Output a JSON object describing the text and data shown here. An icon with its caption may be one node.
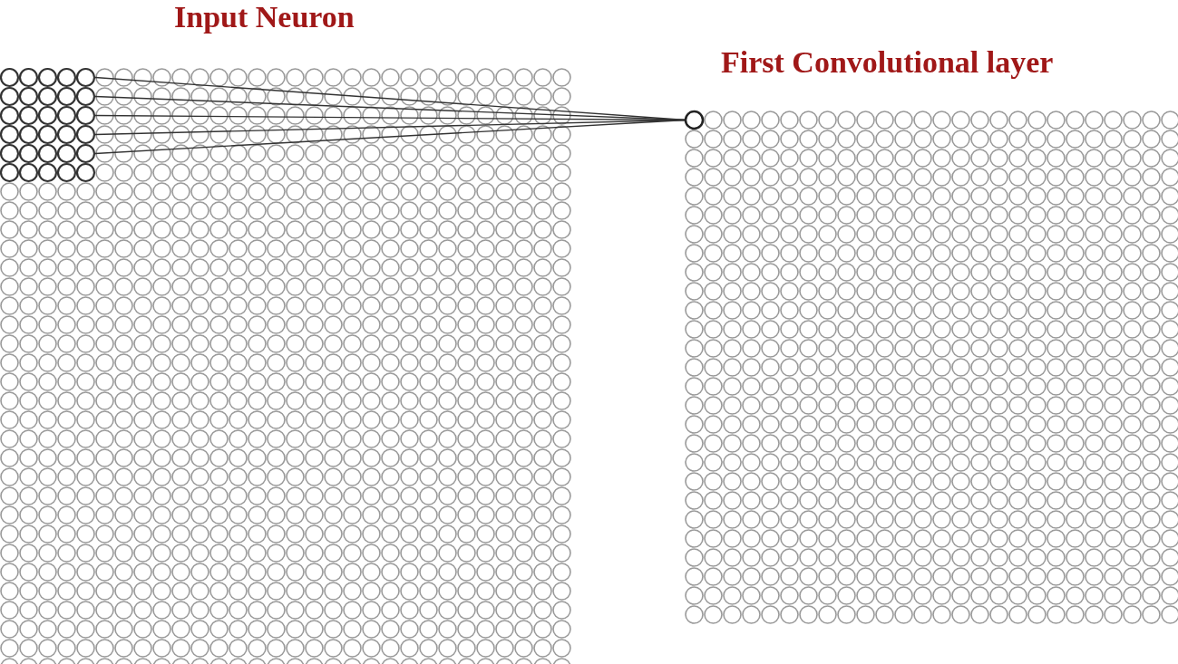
{
  "diagram": {
    "nodes": [
      {
        "text": [
          "Input Neuron"
        ]
      },
      {
        "text": [],
        "shape": "circle",
        "in": 0
      },
      {
        "text": [
          "First Convolutional layer"
        ]
      },
      {
        "text": [],
        "shape": "circle",
        "in": 2
      }
    ],
    "edges": [
      {
        "from": 1,
        "to": 3,
        "arrow": "none"
      },
      {
        "from": 1,
        "to": 3,
        "arrow": "none"
      },
      {
        "from": 1,
        "to": 3,
        "arrow": "none"
      },
      {
        "from": 1,
        "to": 3,
        "arrow": "none"
      },
      {
        "from": 1,
        "to": 3,
        "arrow": "none"
      }
    ]
  }
}
